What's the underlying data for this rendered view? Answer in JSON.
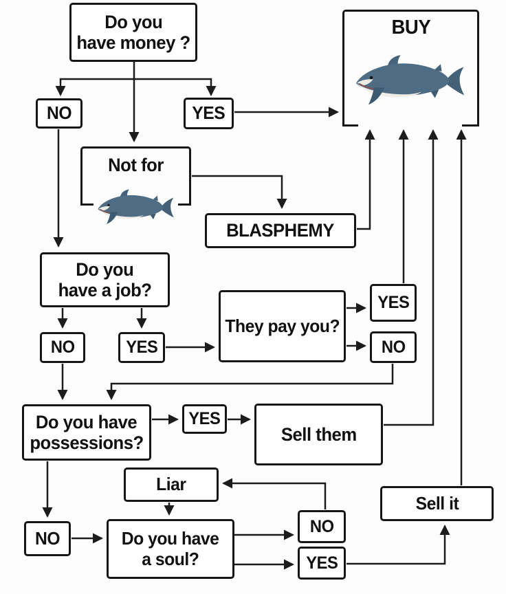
{
  "meta": {
    "description": "Shark plush purchase decision flowchart meme"
  },
  "colors": {
    "line": "#1c1c1c",
    "box_border": "#161616",
    "box_bg": "#ffffff",
    "page_bg": "#fdfdfd",
    "text": "#111111",
    "shark_body": "#4e6d85",
    "shark_fin": "#44617a",
    "shark_belly": "#f0eee7",
    "shark_mouth": "#8d4f4f"
  },
  "icons": {
    "buy_box_image": "shark-plush-icon",
    "not_for_box_image": "shark-plush-icon"
  },
  "nodes": {
    "money": {
      "line1": "Do you",
      "line2": "have money ?"
    },
    "money_no": {
      "label": "NO"
    },
    "money_yes": {
      "label": "YES"
    },
    "buy": {
      "label": "BUY"
    },
    "not_for": {
      "label": "Not for"
    },
    "blasphemy": {
      "label": "BLASPHEMY"
    },
    "job": {
      "line1": "Do you",
      "line2": "have a job?"
    },
    "job_no": {
      "label": "NO"
    },
    "job_yes": {
      "label": "YES"
    },
    "pay": {
      "label": "They pay you?"
    },
    "pay_yes": {
      "label": "YES"
    },
    "pay_no": {
      "label": "NO"
    },
    "possessions": {
      "line1": "Do you have",
      "line2": "possessions?"
    },
    "possessions_yes": {
      "label": "YES"
    },
    "sell_them": {
      "label": "Sell them"
    },
    "liar": {
      "label": "Liar"
    },
    "possessions_no": {
      "label": "NO"
    },
    "soul": {
      "line1": "Do you have",
      "line2": "a soul?"
    },
    "soul_no": {
      "label": "NO"
    },
    "soul_yes": {
      "label": "YES"
    },
    "sell_it": {
      "label": "Sell it"
    }
  }
}
